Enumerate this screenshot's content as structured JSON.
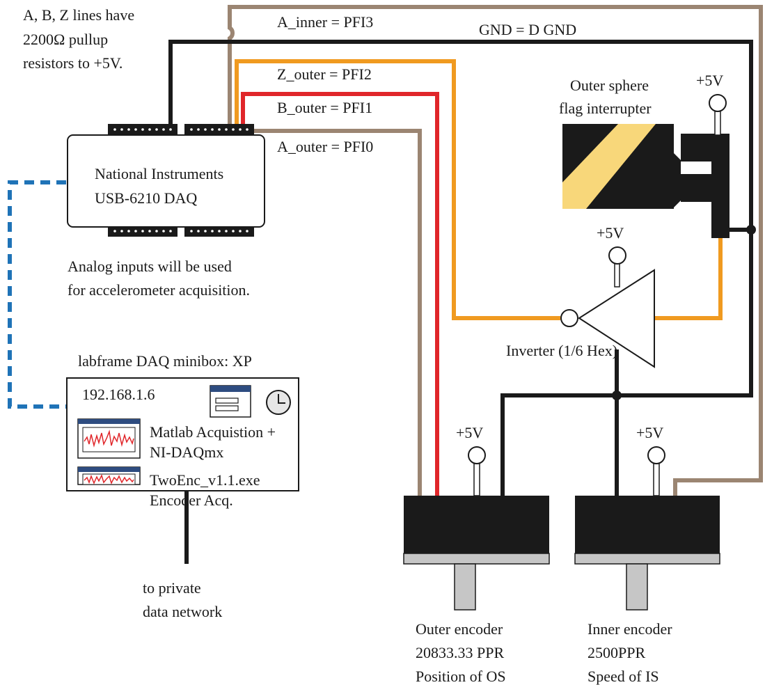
{
  "notes": {
    "pullup": [
      "A, B, Z lines have",
      "2200Ω pullup",
      "resistors to +5V."
    ],
    "analog": [
      "Analog inputs will be used",
      "for accelerometer acquisition."
    ]
  },
  "signals": {
    "a_inner": "A_inner = PFI3",
    "gnd": "GND = D GND",
    "z_outer": "Z_outer = PFI2",
    "b_outer": "B_outer = PFI1",
    "a_outer": "A_outer = PFI0"
  },
  "daq": {
    "line1": "National Instruments",
    "line2": "USB-6210 DAQ"
  },
  "minibox": {
    "title": "labframe DAQ minibox: XP",
    "ip": "192.168.1.6",
    "app1": [
      "Matlab Acquistion +",
      "NI-DAQmx"
    ],
    "app2": [
      "TwoEnc_v1.1.exe",
      "Encoder Acq."
    ]
  },
  "network": [
    "to private",
    "data network"
  ],
  "flag": [
    "Outer sphere",
    "flag interrupter"
  ],
  "inverter": "Inverter (1/6 Hex)",
  "supply": "+5V",
  "outer_encoder": [
    "Outer encoder",
    "20833.33 PPR",
    "Position of OS"
  ],
  "inner_encoder": [
    "Inner encoder",
    "2500PPR",
    "Speed of IS"
  ],
  "colors": {
    "tan": "#9b8572",
    "black": "#1a1a1a",
    "orange": "#f09a20",
    "red": "#e0262a",
    "blue": "#1f73b7",
    "yellow": "#f8d77a",
    "gray": "#c6c6c6",
    "navy": "#2e4c80"
  }
}
